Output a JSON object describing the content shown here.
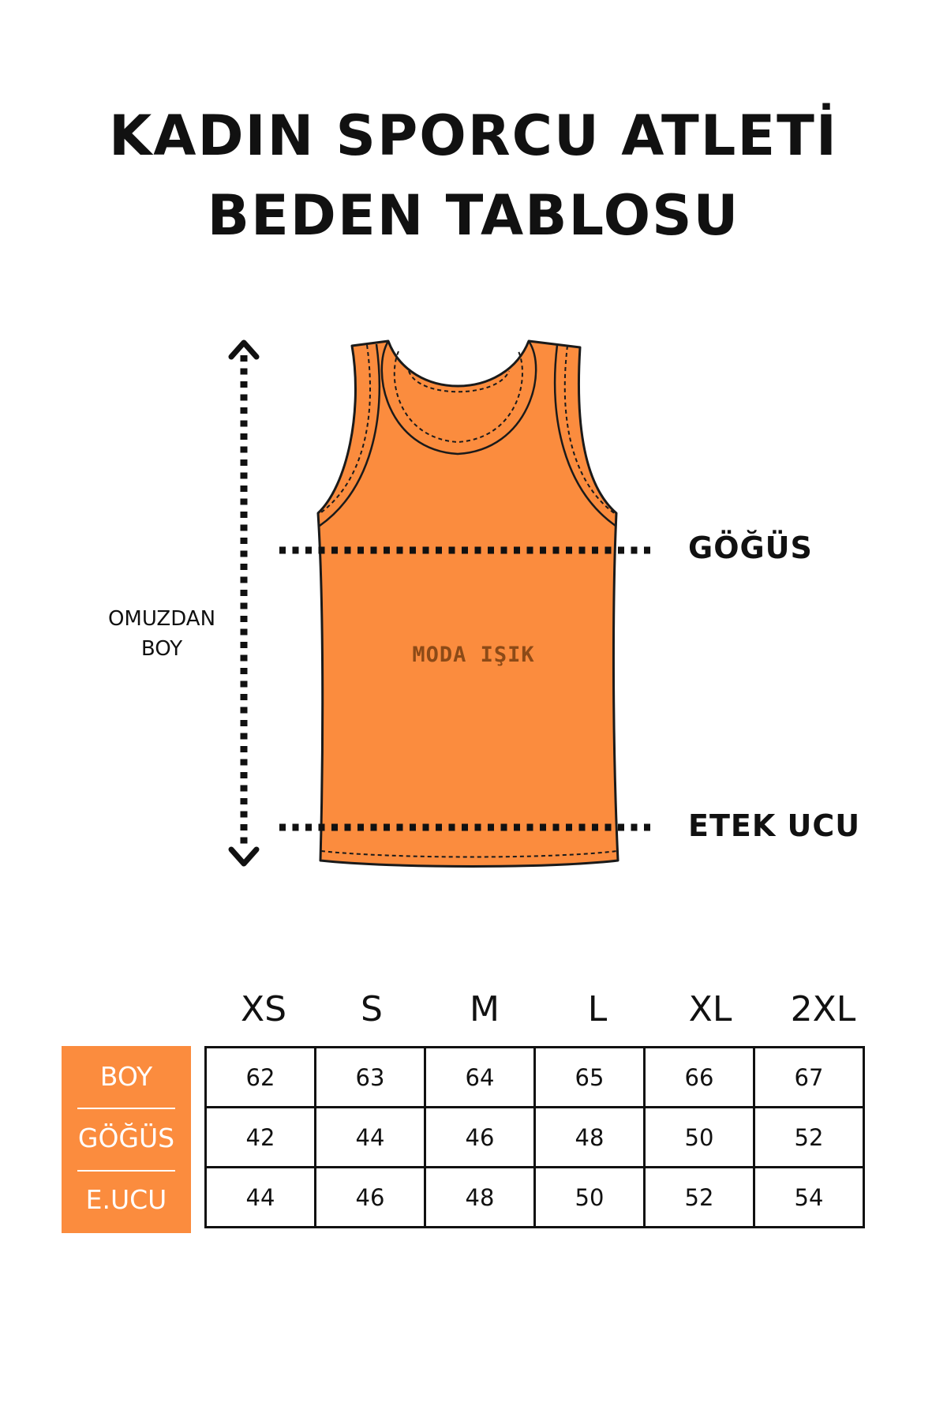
{
  "title_line1": "KADIN SPORCU ATLETİ",
  "title_line2": "BEDEN TABLOSU",
  "diagram": {
    "chest_label": "GÖĞÜS",
    "hem_label": "ETEK UCU",
    "length_label_line1": "OMUZDAN",
    "length_label_line2": "BOY",
    "brand": "MODA IŞIK",
    "garment_color": "#fb8c3e",
    "icons": [
      "tank-top-icon",
      "double-arrow-icon"
    ]
  },
  "table": {
    "sizes": [
      "XS",
      "S",
      "M",
      "L",
      "XL",
      "2XL"
    ],
    "row_labels": [
      "BOY",
      "GÖĞÜS",
      "E.UCU"
    ],
    "rows": [
      [
        "62",
        "63",
        "64",
        "65",
        "66",
        "67"
      ],
      [
        "42",
        "44",
        "46",
        "48",
        "50",
        "52"
      ],
      [
        "44",
        "46",
        "48",
        "50",
        "52",
        "54"
      ]
    ],
    "label_bg_color": "#fb8c3e"
  }
}
